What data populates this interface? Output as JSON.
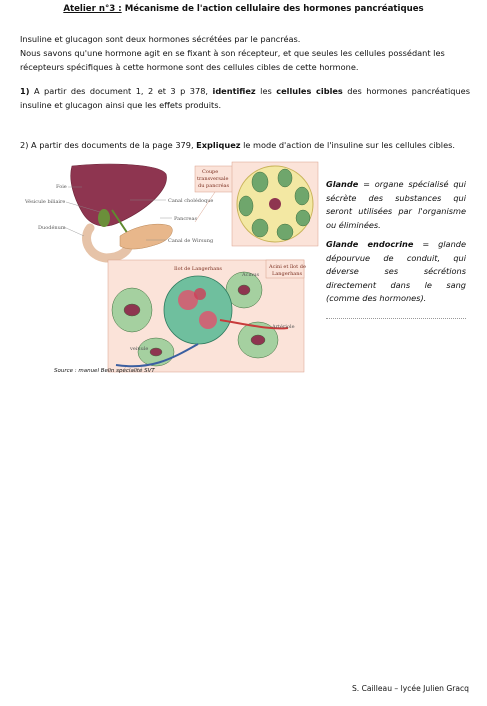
{
  "title": {
    "prefix": "Atelier n°3 :",
    "text": "Mécanisme de l'action cellulaire des hormones pancréatiques"
  },
  "intro": {
    "line1": "Insuline et glucagon sont deux hormones sécrétées par le pancréas.",
    "line2": "Nous savons qu'une hormone agit en se fixant à son récepteur, et que seules les cellules possédant les récepteurs spécifiques à cette hormone sont des cellules cibles de cette hormone."
  },
  "q1": {
    "num": "1)",
    "part1": "A partir des document 1, 2 et 3 p 378,",
    "verb": "identifiez",
    "part2": "les",
    "target": "cellules cibles",
    "part3": "des hormones pancréatiques insuline et glucagon ainsi que les effets produits."
  },
  "q2": {
    "num": "2)",
    "part1": "A partir des documents de la page 379,",
    "verb": "Expliquez",
    "part2": "le mode d'action de l'insuline sur les cellules cibles."
  },
  "figure": {
    "labels": {
      "foie": "Foie",
      "vesicule": "Vésicule biliaire",
      "duodenum": "Duodénum",
      "canal_choledoque": "Canal cholédoque",
      "pancreas": "Pancreas",
      "canal_wirsung": "Canal de Wirsung",
      "coupe_1": "Coupe",
      "coupe_2": "transversale",
      "coupe_3": "du pancréas",
      "ilot": "Ilot de Langerhans",
      "acinus": "Acinus",
      "acini_1": "Acini et îlot de",
      "acini_2": "Langerhans",
      "arteriole": "Artériole",
      "veinule": "veinule"
    },
    "source": "Source : manuel Belin spécialité SVT"
  },
  "definitions": {
    "glande_term": "Glande",
    "glande_def": "= organe spécialisé qui sécrète des substances qui seront utilisées par l'organisme ou éliminées.",
    "endocrine_term": "Glande endocrine",
    "endocrine_def": "= glande dépourvue de conduit, qui déverse ses sécrétions directement dans le sang (comme des hormones)."
  },
  "footer": "S. Cailleau – lycée Julien Gracq"
}
